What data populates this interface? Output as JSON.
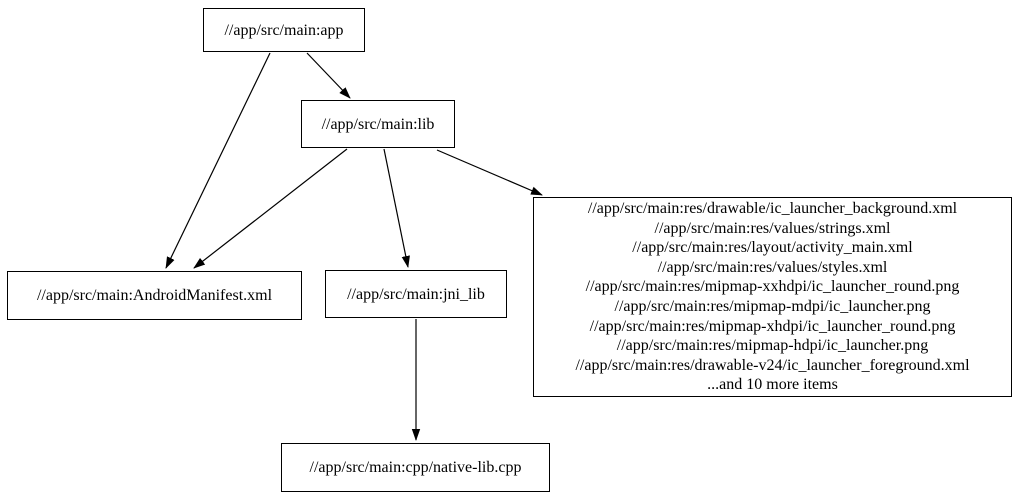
{
  "diagram": {
    "kind": "dependency-graph",
    "background_color": "#ffffff",
    "node_border_color": "#000000",
    "edge_color": "#000000",
    "text_color": "#000000",
    "nodes": {
      "app": {
        "label": "//app/src/main:app"
      },
      "lib": {
        "label": "//app/src/main:lib"
      },
      "manifest": {
        "label": "//app/src/main:AndroidManifest.xml"
      },
      "jni_lib": {
        "label": "//app/src/main:jni_lib"
      },
      "res_group": {
        "lines": [
          "//app/src/main:res/drawable/ic_launcher_background.xml",
          "//app/src/main:res/values/strings.xml",
          "//app/src/main:res/layout/activity_main.xml",
          "//app/src/main:res/values/styles.xml",
          "//app/src/main:res/mipmap-xxhdpi/ic_launcher_round.png",
          "//app/src/main:res/mipmap-mdpi/ic_launcher.png",
          "//app/src/main:res/mipmap-xhdpi/ic_launcher_round.png",
          "//app/src/main:res/mipmap-hdpi/ic_launcher.png",
          "//app/src/main:res/drawable-v24/ic_launcher_foreground.xml",
          "...and 10 more items"
        ]
      },
      "native_cpp": {
        "label": "//app/src/main:cpp/native-lib.cpp"
      }
    },
    "edges": [
      {
        "from": "app",
        "to": "manifest"
      },
      {
        "from": "app",
        "to": "lib"
      },
      {
        "from": "lib",
        "to": "manifest"
      },
      {
        "from": "lib",
        "to": "jni_lib"
      },
      {
        "from": "lib",
        "to": "res_group"
      },
      {
        "from": "jni_lib",
        "to": "native_cpp"
      }
    ]
  }
}
